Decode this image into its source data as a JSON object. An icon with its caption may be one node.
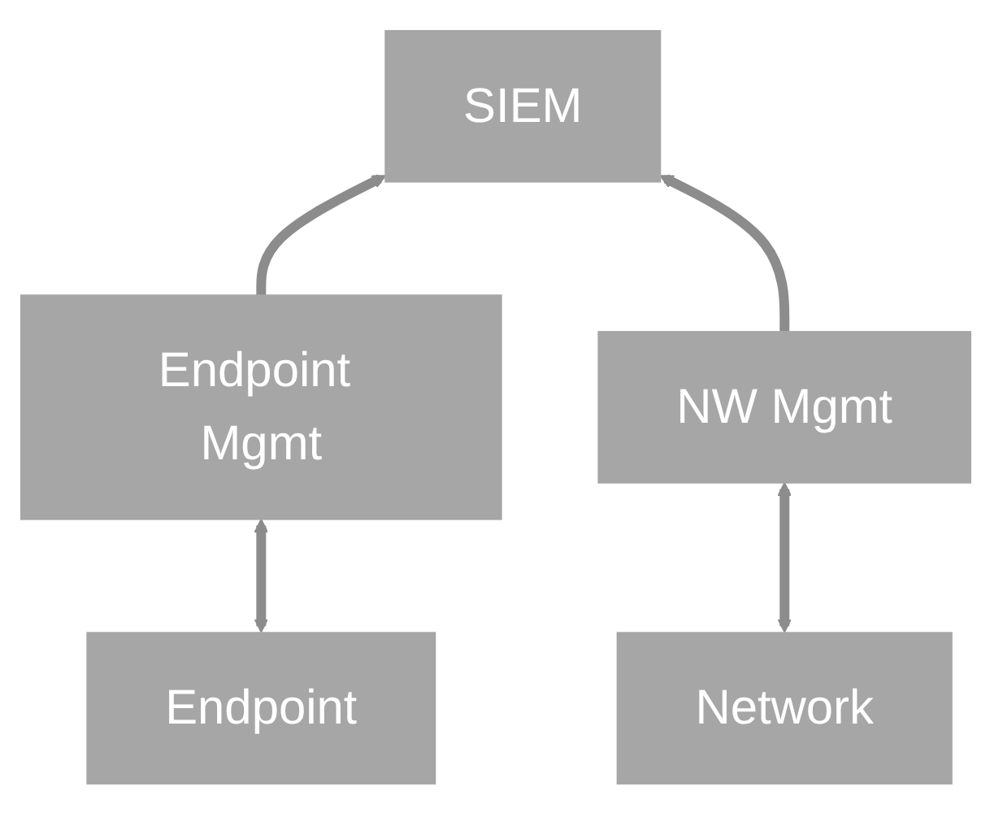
{
  "diagram": {
    "nodes": [
      {
        "text": [
          "SIEM"
        ]
      },
      {
        "text": [
          "Endpoint Mgmt"
        ]
      },
      {
        "text": [
          "NW Mgmt"
        ]
      },
      {
        "text": [
          "Endpoint"
        ]
      },
      {
        "text": [
          "Network"
        ]
      }
    ],
    "edges": [
      {
        "from": 1,
        "to": 0,
        "arrow": "to"
      },
      {
        "from": 2,
        "to": 0,
        "arrow": "to"
      },
      {
        "from": 3,
        "to": 1,
        "arrow": "both"
      },
      {
        "from": 4,
        "to": 2,
        "arrow": "both"
      }
    ]
  }
}
